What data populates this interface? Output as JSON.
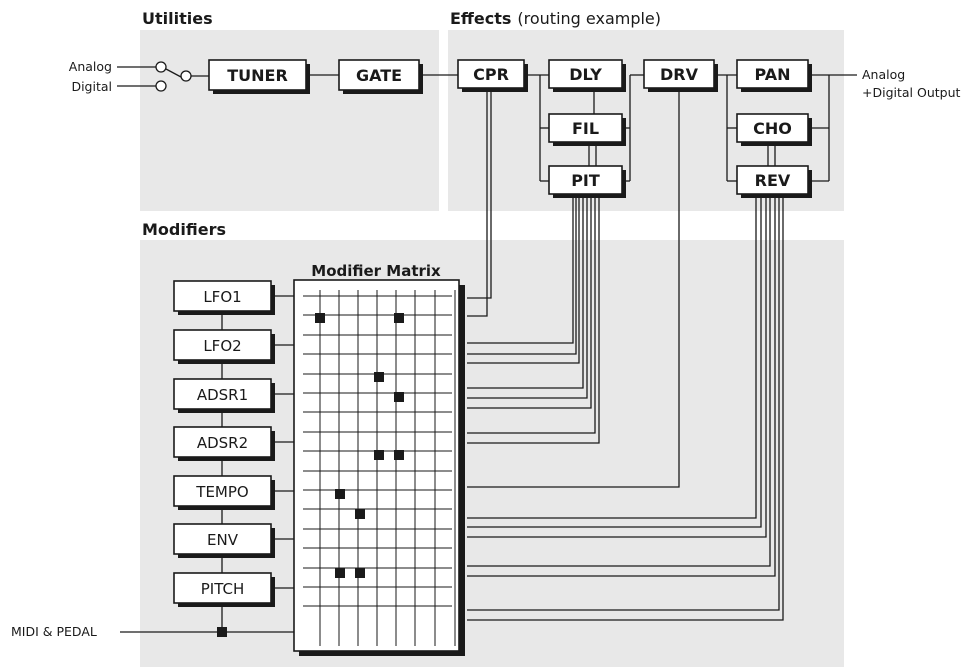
{
  "sections": {
    "utilities": "Utilities",
    "effects_title": "Effects",
    "effects_sub": "(routing example)",
    "modifiers": "Modifiers"
  },
  "inputs": {
    "analog": "Analog",
    "digital": "Digital"
  },
  "output": {
    "line1": "Analog",
    "line2": "+Digital Output"
  },
  "utility_blocks": {
    "tuner": "TUNER",
    "gate": "GATE"
  },
  "effect_blocks": {
    "cpr": "CPR",
    "dly": "DLY",
    "fil": "FIL",
    "pit": "PIT",
    "drv": "DRV",
    "pan": "PAN",
    "cho": "CHO",
    "rev": "REV"
  },
  "matrix_title": "Modifier Matrix",
  "modifier_blocks": {
    "lfo1": "LFO1",
    "lfo2": "LFO2",
    "adsr1": "ADSR1",
    "adsr2": "ADSR2",
    "tempo": "TEMPO",
    "env": "ENV",
    "pitch": "PITCH"
  },
  "midi_pedal": "MIDI & PEDAL",
  "colors": {
    "panel": "#e8e8e8",
    "line": "#1a1a1a",
    "background": "#ffffff"
  }
}
